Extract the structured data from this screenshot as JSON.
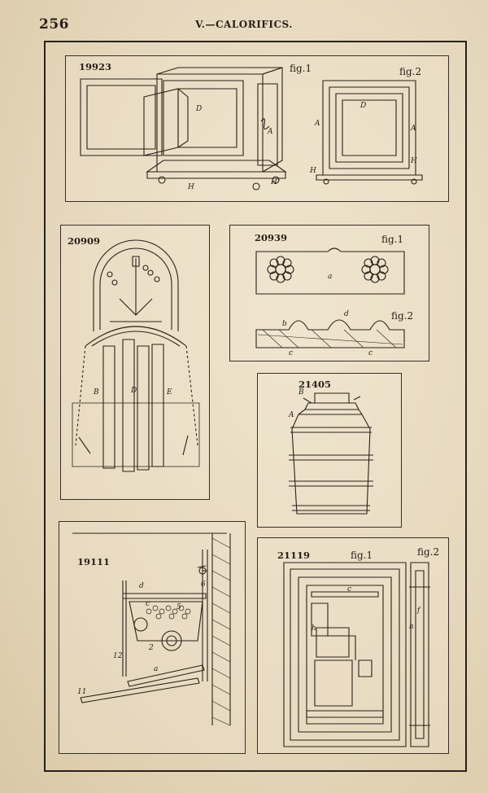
{
  "header": {
    "page_number": "256",
    "section_title": "V.—CALORIFICS."
  },
  "panels": {
    "p19923": {
      "number": "19923",
      "fig1": "fig.1",
      "fig2": "fig.2",
      "letters": {
        "D": "D",
        "A": "A",
        "H": "H",
        "Hp": "H'",
        "B": "B"
      }
    },
    "p20909": {
      "number": "20909",
      "letters": {
        "B": "B",
        "D": "D",
        "E": "E"
      }
    },
    "p20939": {
      "number": "20939",
      "fig1": "fig.1",
      "fig2": "fig.2",
      "letters": {
        "a": "a",
        "b": "b",
        "c": "c",
        "d": "d"
      }
    },
    "p21405": {
      "number": "21405",
      "letters": {
        "A": "A",
        "B": "B"
      }
    },
    "p19111": {
      "number": "19111",
      "letters": {
        "d": "d",
        "c": "c",
        "a": "a",
        "n2": "2",
        "n5": "5",
        "n6": "6",
        "n11": "11",
        "n12": "12"
      }
    },
    "p21119": {
      "number": "21119",
      "fig1": "fig.1",
      "fig2": "fig.2",
      "letters": {
        "c": "c",
        "h": "h",
        "f": "f"
      }
    }
  }
}
